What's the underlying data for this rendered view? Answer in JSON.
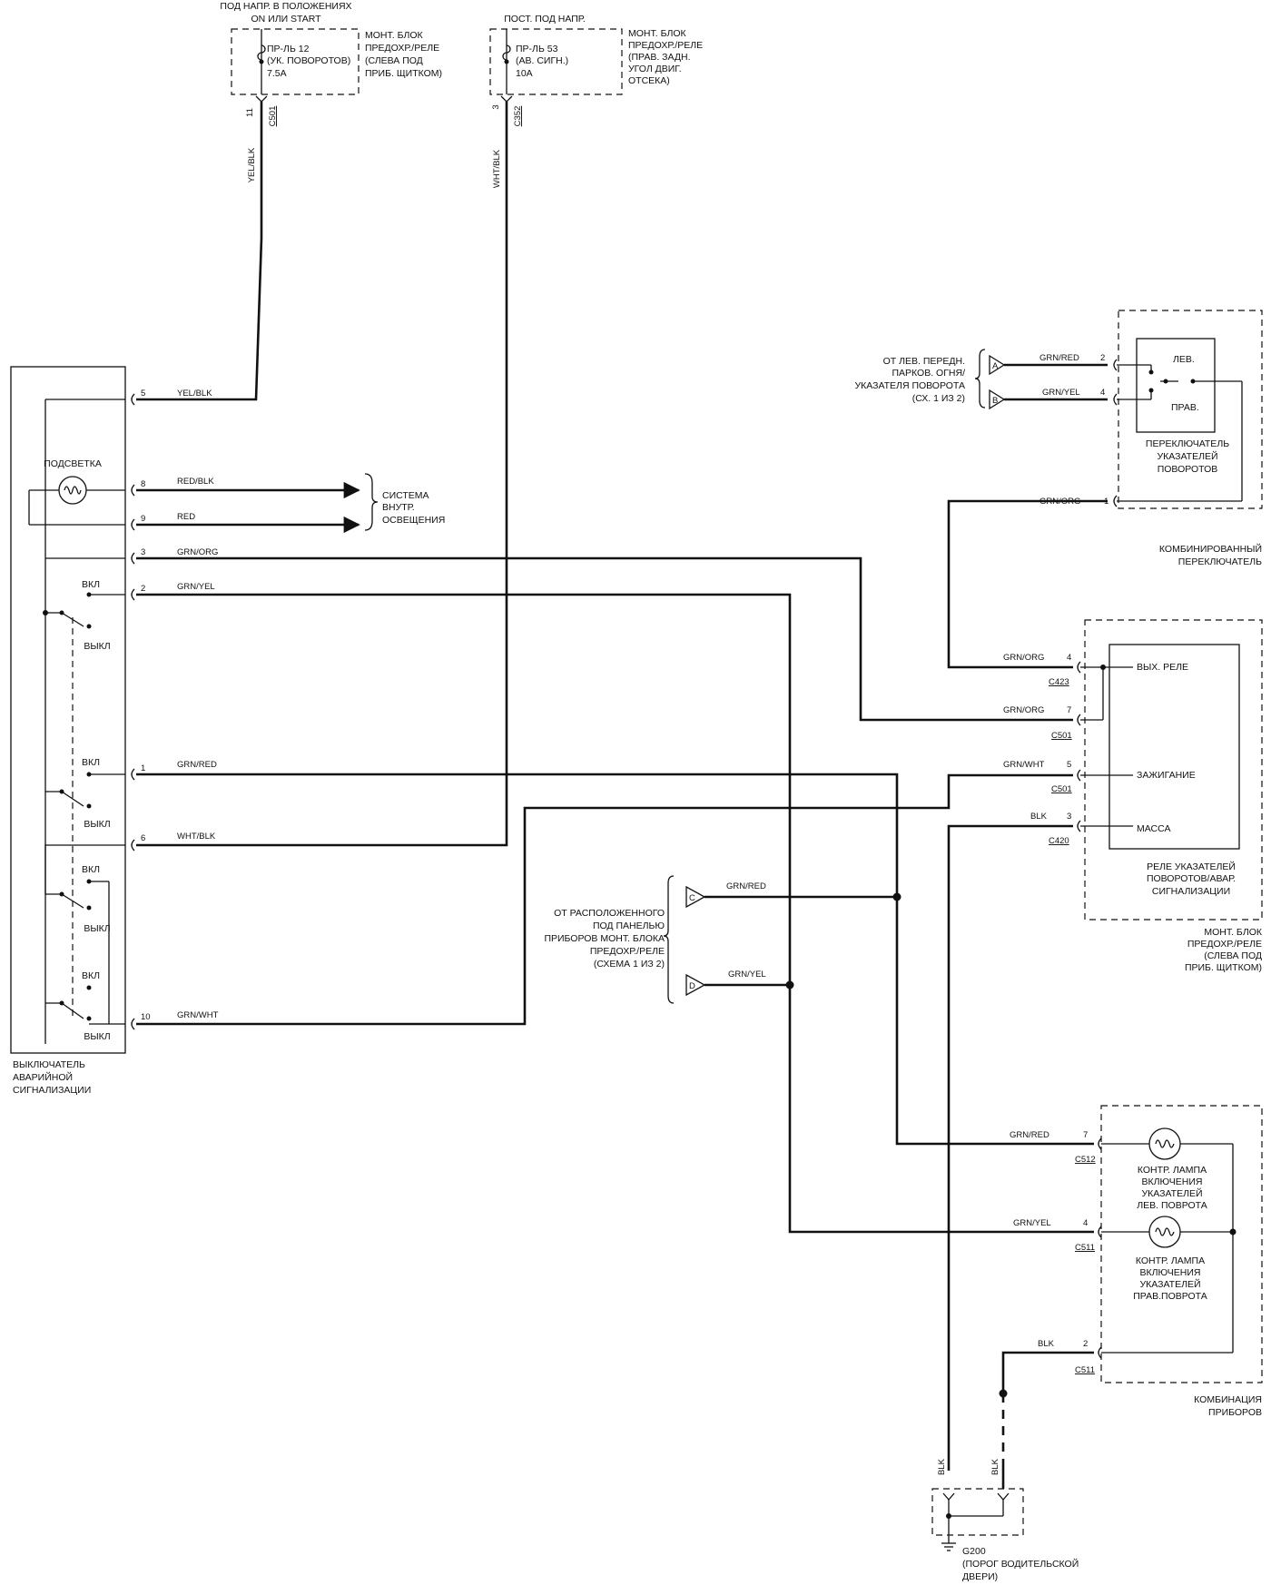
{
  "fuse12": {
    "supply": [
      "ПОД НАПР. В ПОЛОЖЕНИЯХ",
      "ON ИЛИ START"
    ],
    "fuse": [
      "ПР-ЛЬ 12",
      "(УК. ПОВОРОТОВ)",
      "7.5A"
    ],
    "block": [
      "МОНТ. БЛОК",
      "ПРЕДОХР./РЕЛЕ",
      "(СЛЕВА ПОД",
      "ПРИБ. ЩИТКОМ)"
    ],
    "pin": "11",
    "connector": "C501",
    "wire": "YEL/BLK"
  },
  "fuse53": {
    "supply": "ПОСТ. ПОД НАПР.",
    "fuse": [
      "ПР-ЛЬ 53",
      "(АВ. СИГН.)",
      "10A"
    ],
    "block": [
      "МОНТ. БЛОК",
      "ПРЕДОХР./РЕЛЕ",
      "(ПРАВ. ЗАДН.",
      "УГОЛ ДВИГ.",
      "ОТСЕКА)"
    ],
    "pin": "3",
    "connector": "C352",
    "wire": "WHT/BLK"
  },
  "hazard_switch": {
    "title": [
      "ВЫКЛЮЧАТЕЛЬ",
      "АВАРИЙНОЙ",
      "СИГНАЛИЗАЦИИ"
    ],
    "backlight": "ПОДСВЕТКА",
    "on": "ВКЛ",
    "off": "ВЫКЛ",
    "pins": [
      {
        "pin": "5",
        "wire": "YEL/BLK"
      },
      {
        "pin": "8",
        "wire": "RED/BLK"
      },
      {
        "pin": "9",
        "wire": "RED"
      },
      {
        "pin": "3",
        "wire": "GRN/ORG"
      },
      {
        "pin": "2",
        "wire": "GRN/YEL"
      },
      {
        "pin": "1",
        "wire": "GRN/RED"
      },
      {
        "pin": "6",
        "wire": "WHT/BLK"
      },
      {
        "pin": "10",
        "wire": "GRN/WHT"
      }
    ]
  },
  "interior_lighting": [
    "СИСТЕМА",
    "ВНУТР.",
    "ОСВЕЩЕНИЯ"
  ],
  "park_lamp_ref": {
    "text": [
      "ОТ ЛЕВ. ПЕРЕДН.",
      "ПАРКОВ. ОГНЯ/",
      "УКАЗАТЕЛЯ ПОВОРОТА",
      "(СХ. 1 ИЗ 2)"
    ],
    "connA": "A",
    "connB": "B",
    "wire_a": "GRN/RED",
    "pin_a": "2",
    "wire_b": "GRN/YEL",
    "pin_b": "4"
  },
  "turn_switch": {
    "left": "ЛЕВ.",
    "right": "ПРАВ.",
    "title": [
      "ПЕРЕКЛЮЧАТЕЛЬ",
      "УКАЗАТЕЛЕЙ",
      "ПОВОРОТОВ"
    ],
    "wire": "GRN/ORG",
    "pin": "1",
    "combo": [
      "КОМБИНИРОВАННЫЙ",
      "ПЕРЕКЛЮЧАТЕЛЬ"
    ]
  },
  "relay": {
    "out": "ВЫХ. РЕЛЕ",
    "ignition": "ЗАЖИГАНИЕ",
    "ground": "МАССА",
    "title": [
      "РЕЛЕ УКАЗАТЕЛЕЙ",
      "ПОВОРОТОВ/АВАР.",
      "СИГНАЛИЗАЦИИ"
    ],
    "block": [
      "МОНТ. БЛОК",
      "ПРЕДОХР./РЕЛЕ",
      "(СЛЕВА ПОД",
      "ПРИБ. ЩИТКОМ)"
    ],
    "pins": [
      {
        "wire": "GRN/ORG",
        "pin": "4",
        "conn": "C423"
      },
      {
        "wire": "GRN/ORG",
        "pin": "7",
        "conn": "C501"
      },
      {
        "wire": "GRN/WHT",
        "pin": "5",
        "conn": "C501"
      },
      {
        "wire": "BLK",
        "pin": "3",
        "conn": "C420"
      }
    ]
  },
  "fuse_panel_ref": {
    "text": [
      "ОТ РАСПОЛОЖЕННОГО",
      "ПОД ПАНЕЛЬЮ",
      "ПРИБОРОВ   МОНТ. БЛОКА",
      "ПРЕДОХР./РЕЛЕ",
      "(СХЕМА 1 ИЗ 2)"
    ],
    "connC": "C",
    "connD": "D",
    "wire_c": "GRN/RED",
    "wire_d": "GRN/YEL"
  },
  "cluster": {
    "left_lamp": [
      "КОНТР. ЛАМПА",
      "ВКЛЮЧЕНИЯ",
      "УКАЗАТЕЛЕЙ",
      "ЛЕВ. ПОВРОТА"
    ],
    "right_lamp": [
      "КОНТР. ЛАМПА",
      "ВКЛЮЧЕНИЯ",
      "УКАЗАТЕЛЕЙ",
      "ПРАВ.ПОВРОТА"
    ],
    "title": [
      "КОМБИНАЦИЯ",
      "ПРИБОРОВ"
    ],
    "pins": [
      {
        "wire": "GRN/RED",
        "pin": "7",
        "conn": "C512"
      },
      {
        "wire": "GRN/YEL",
        "pin": "4",
        "conn": "C511"
      },
      {
        "wire": "BLK",
        "pin": "2",
        "conn": "C511"
      }
    ]
  },
  "ground": {
    "wire_left": "BLK",
    "wire_right": "BLK",
    "text": [
      "G200",
      "(ПОРОГ ВОДИТЕЛЬСКОЙ",
      "ДВЕРИ)"
    ]
  }
}
